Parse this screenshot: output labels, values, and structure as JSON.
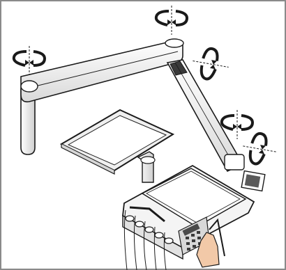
{
  "figure": {
    "caption": "",
    "colors": {
      "frame": "#8a8a8a",
      "arm_fill": "#f2f2f2",
      "arm_shade": "#d6d6d6",
      "outline": "#1a1a1a",
      "tray_fill": "#efefef",
      "screen": "#5a5a5a",
      "hand": "#f2c9a8"
    },
    "icons": [
      "rotate-arrows-icon-post-left",
      "rotate-arrows-icon-top-center",
      "rotate-arrows-icon-upper-right",
      "rotate-arrows-icon-right-upper",
      "rotate-arrows-icon-right-lower"
    ]
  }
}
